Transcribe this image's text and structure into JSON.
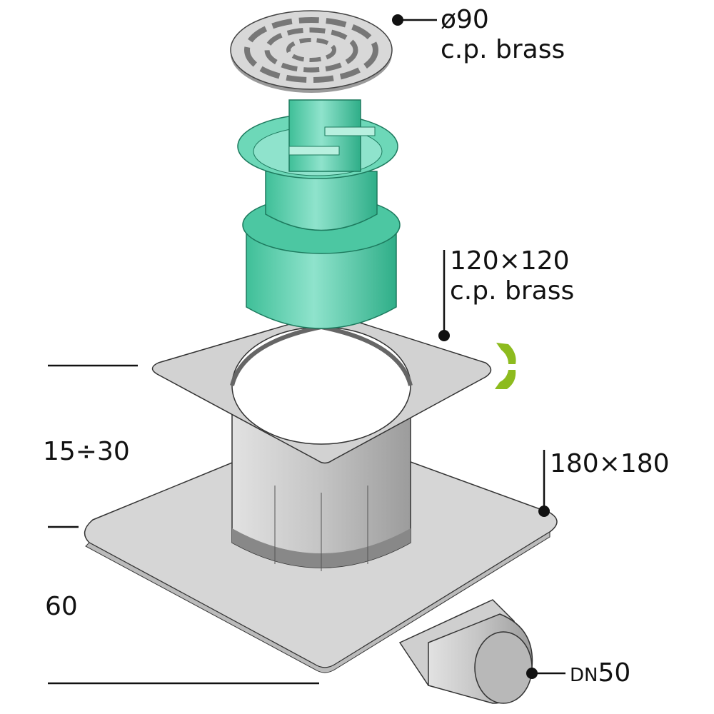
{
  "callouts": {
    "grate_size": "ø90",
    "grate_material": "c.p. brass",
    "plate_size": "120×120",
    "plate_material": "c.p. brass",
    "base_size": "180×180",
    "outlet_prefix": "DN",
    "outlet_size": "50"
  },
  "dimensions": {
    "adjust_height": "15÷30",
    "base_height": "60"
  },
  "colors": {
    "green_body": "#5fd0b0",
    "steel": "#c8c8c8",
    "rotate_arrow": "#8dbb1e"
  }
}
